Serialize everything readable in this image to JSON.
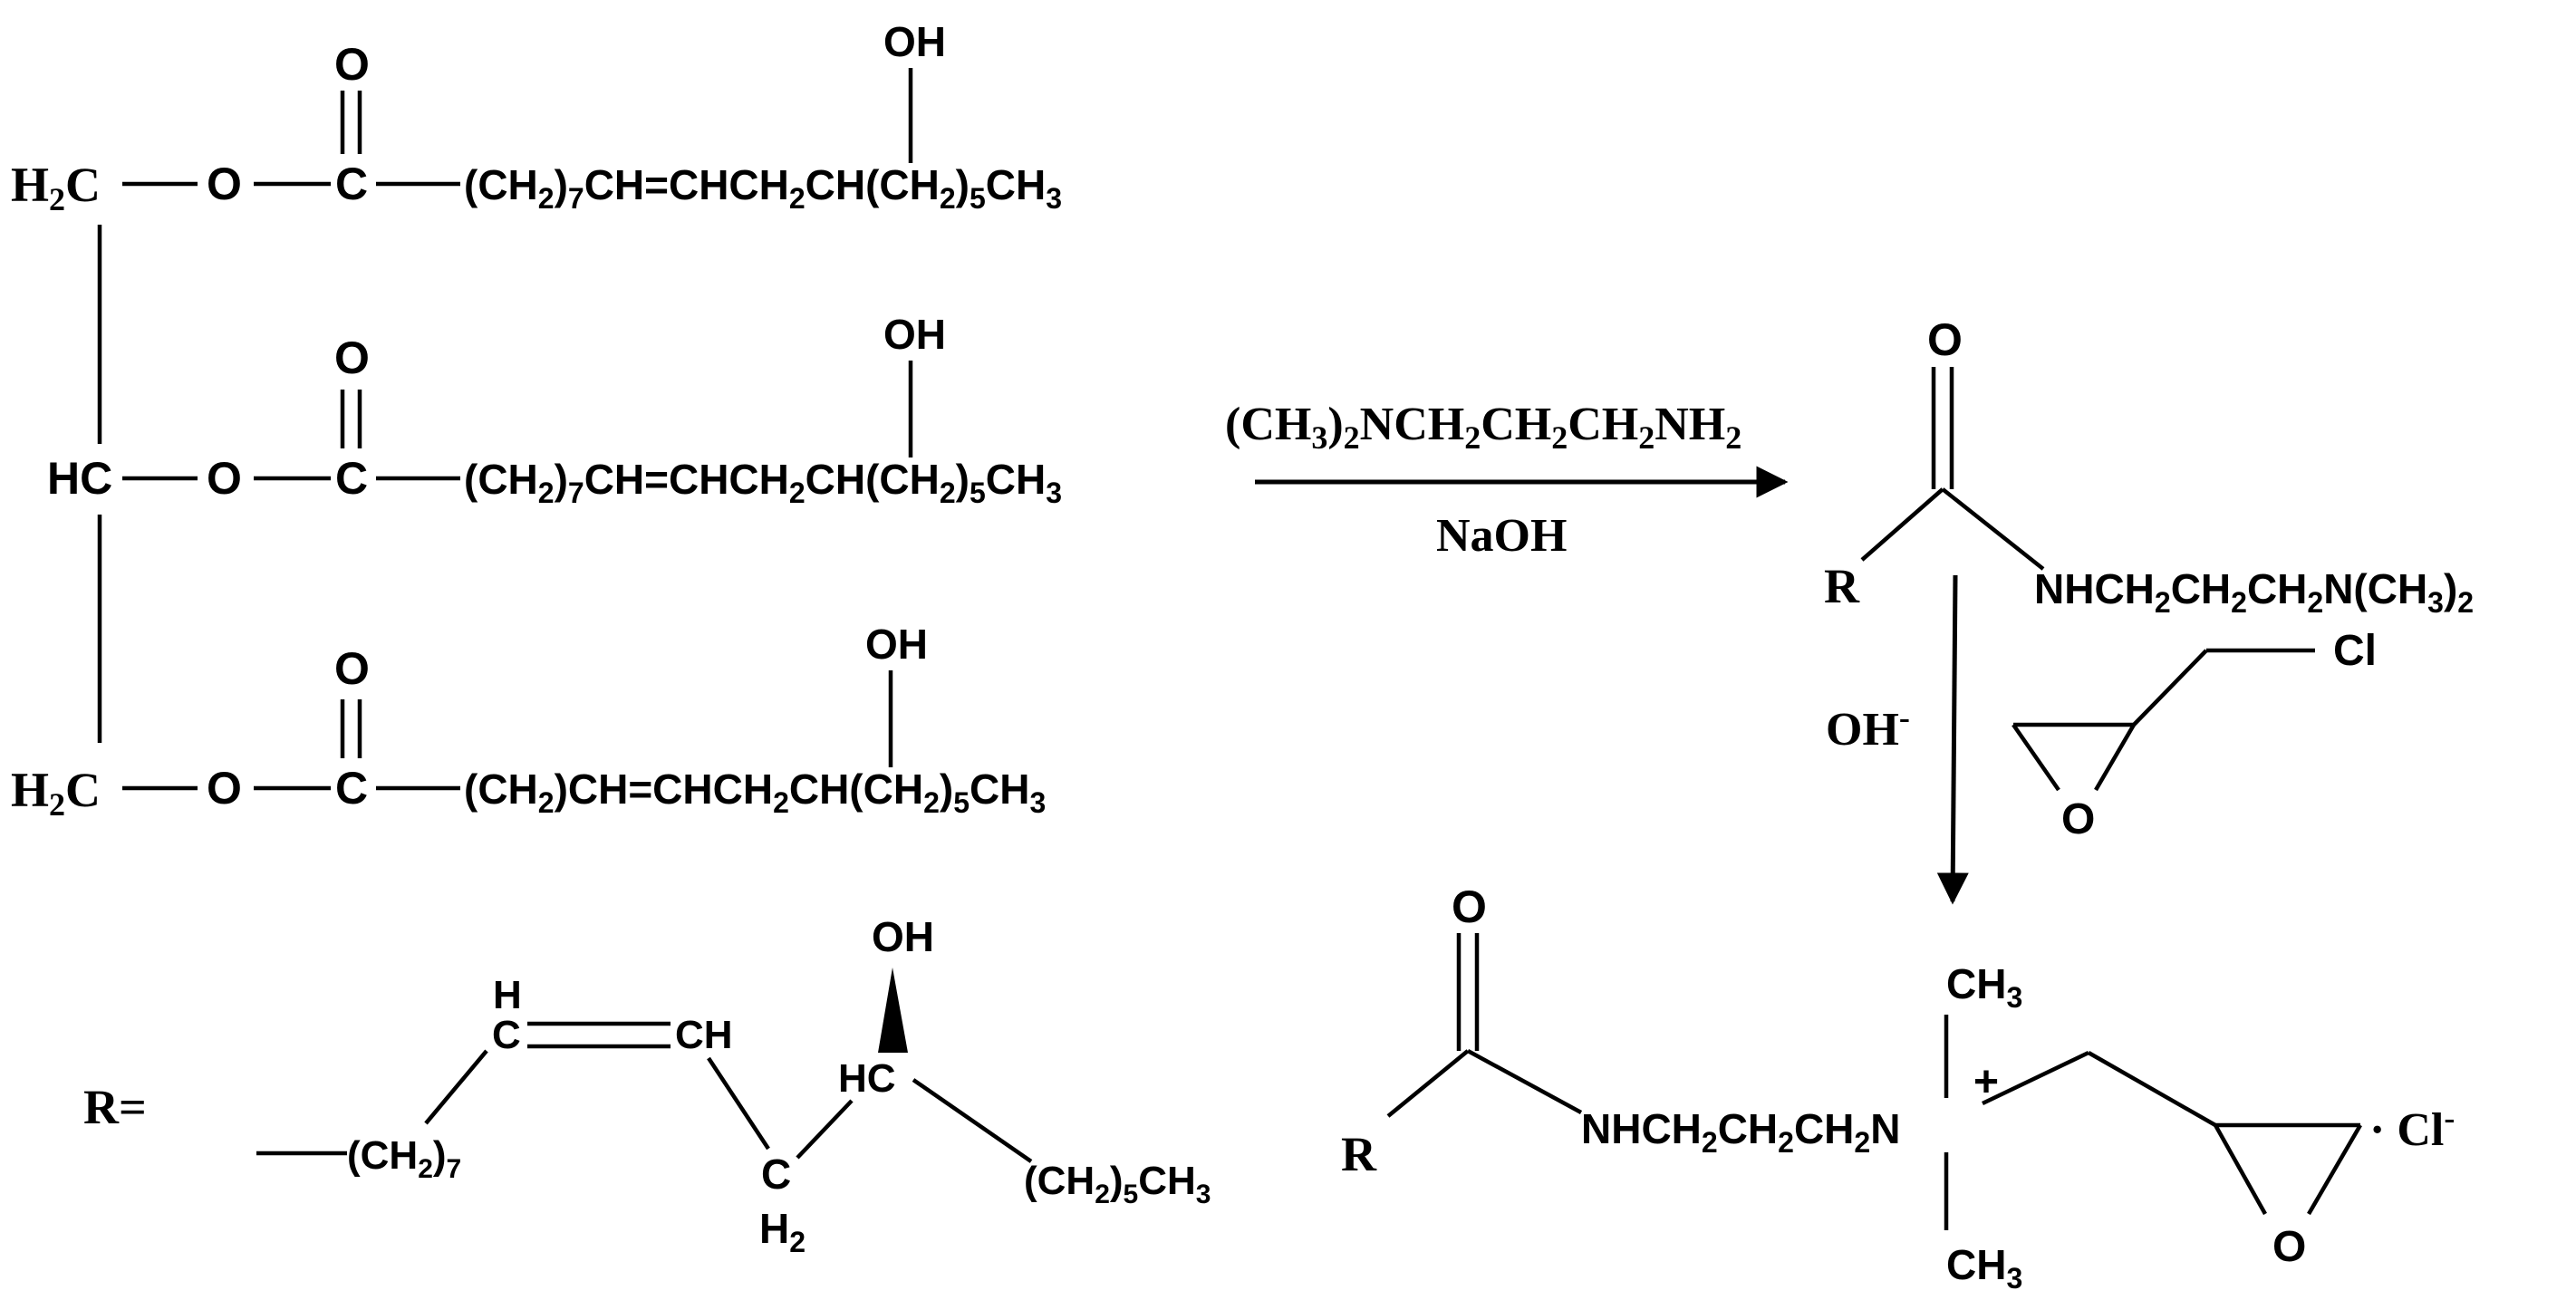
{
  "triglyceride": {
    "row1": {
      "carbon": [
        "H",
        "2",
        "C"
      ],
      "ester_oxygen": "O",
      "carbonyl_oxygen": "O",
      "carbonyl_carbon": "C",
      "hydroxyl": "OH",
      "chain": [
        "(CH",
        "2",
        ")",
        "7",
        "CH=CHCH",
        "2",
        "CH(CH",
        "2",
        ")",
        "5",
        "CH",
        "3"
      ]
    },
    "row2": {
      "carbon": [
        "HC"
      ],
      "ester_oxygen": "O",
      "carbonyl_oxygen": "O",
      "carbonyl_carbon": "C",
      "hydroxyl": "OH",
      "chain": [
        "(CH",
        "2",
        ")",
        "7",
        "CH=CHCH",
        "2",
        "CH(CH",
        "2",
        ")",
        "5",
        "CH",
        "3"
      ]
    },
    "row3": {
      "carbon": [
        "H",
        "2",
        "C"
      ],
      "ester_oxygen": "O",
      "carbonyl_oxygen": "O",
      "carbonyl_carbon": "C",
      "hydroxyl": "OH",
      "chain": [
        "(CH",
        "2",
        ")CH=CHCH",
        "2",
        "CH(CH",
        "2",
        ")",
        "5",
        "CH",
        "3"
      ]
    }
  },
  "reaction_1": {
    "reagent": [
      "(CH",
      "3",
      ")",
      "2",
      "NCH",
      "2",
      "CH",
      "2",
      "CH",
      "2",
      "NH",
      "2"
    ],
    "catalyst": "NaOH"
  },
  "amide_product": {
    "oxygen": "O",
    "r_group": "R",
    "amine_chain": [
      "NHCH",
      "2",
      "CH",
      "2",
      "CH",
      "2",
      "N(CH",
      "3",
      ")",
      "2"
    ]
  },
  "reaction_2": {
    "base": [
      "OH",
      "-"
    ],
    "epichlorohydrin": {
      "chlorine": "Cl",
      "ring_oxygen": "O"
    }
  },
  "quaternary_product": {
    "oxygen": "O",
    "r_group": "R",
    "chain": [
      "NHCH",
      "2",
      "CH",
      "2",
      "CH",
      "2",
      "N"
    ],
    "charge": "+",
    "methyl_top": [
      "CH",
      "3"
    ],
    "methyl_bottom": [
      "CH",
      "3"
    ],
    "ring_oxygen": "O",
    "counter_ion": [
      "· Cl",
      "-"
    ]
  },
  "r_definition": {
    "label": "R=",
    "chain_start": [
      "(CH",
      "2",
      ")",
      "7"
    ],
    "alkene_h": "H",
    "alkene_c1": "C",
    "alkene_c2": "CH",
    "methylene": [
      "C",
      "H",
      "2"
    ],
    "hydroxyl": "OH",
    "carbinol": "HC",
    "chain_end": [
      "(CH",
      "2",
      ")",
      "5",
      "CH",
      "3"
    ]
  },
  "colors": {
    "ink": "#000000",
    "background": "#ffffff"
  }
}
